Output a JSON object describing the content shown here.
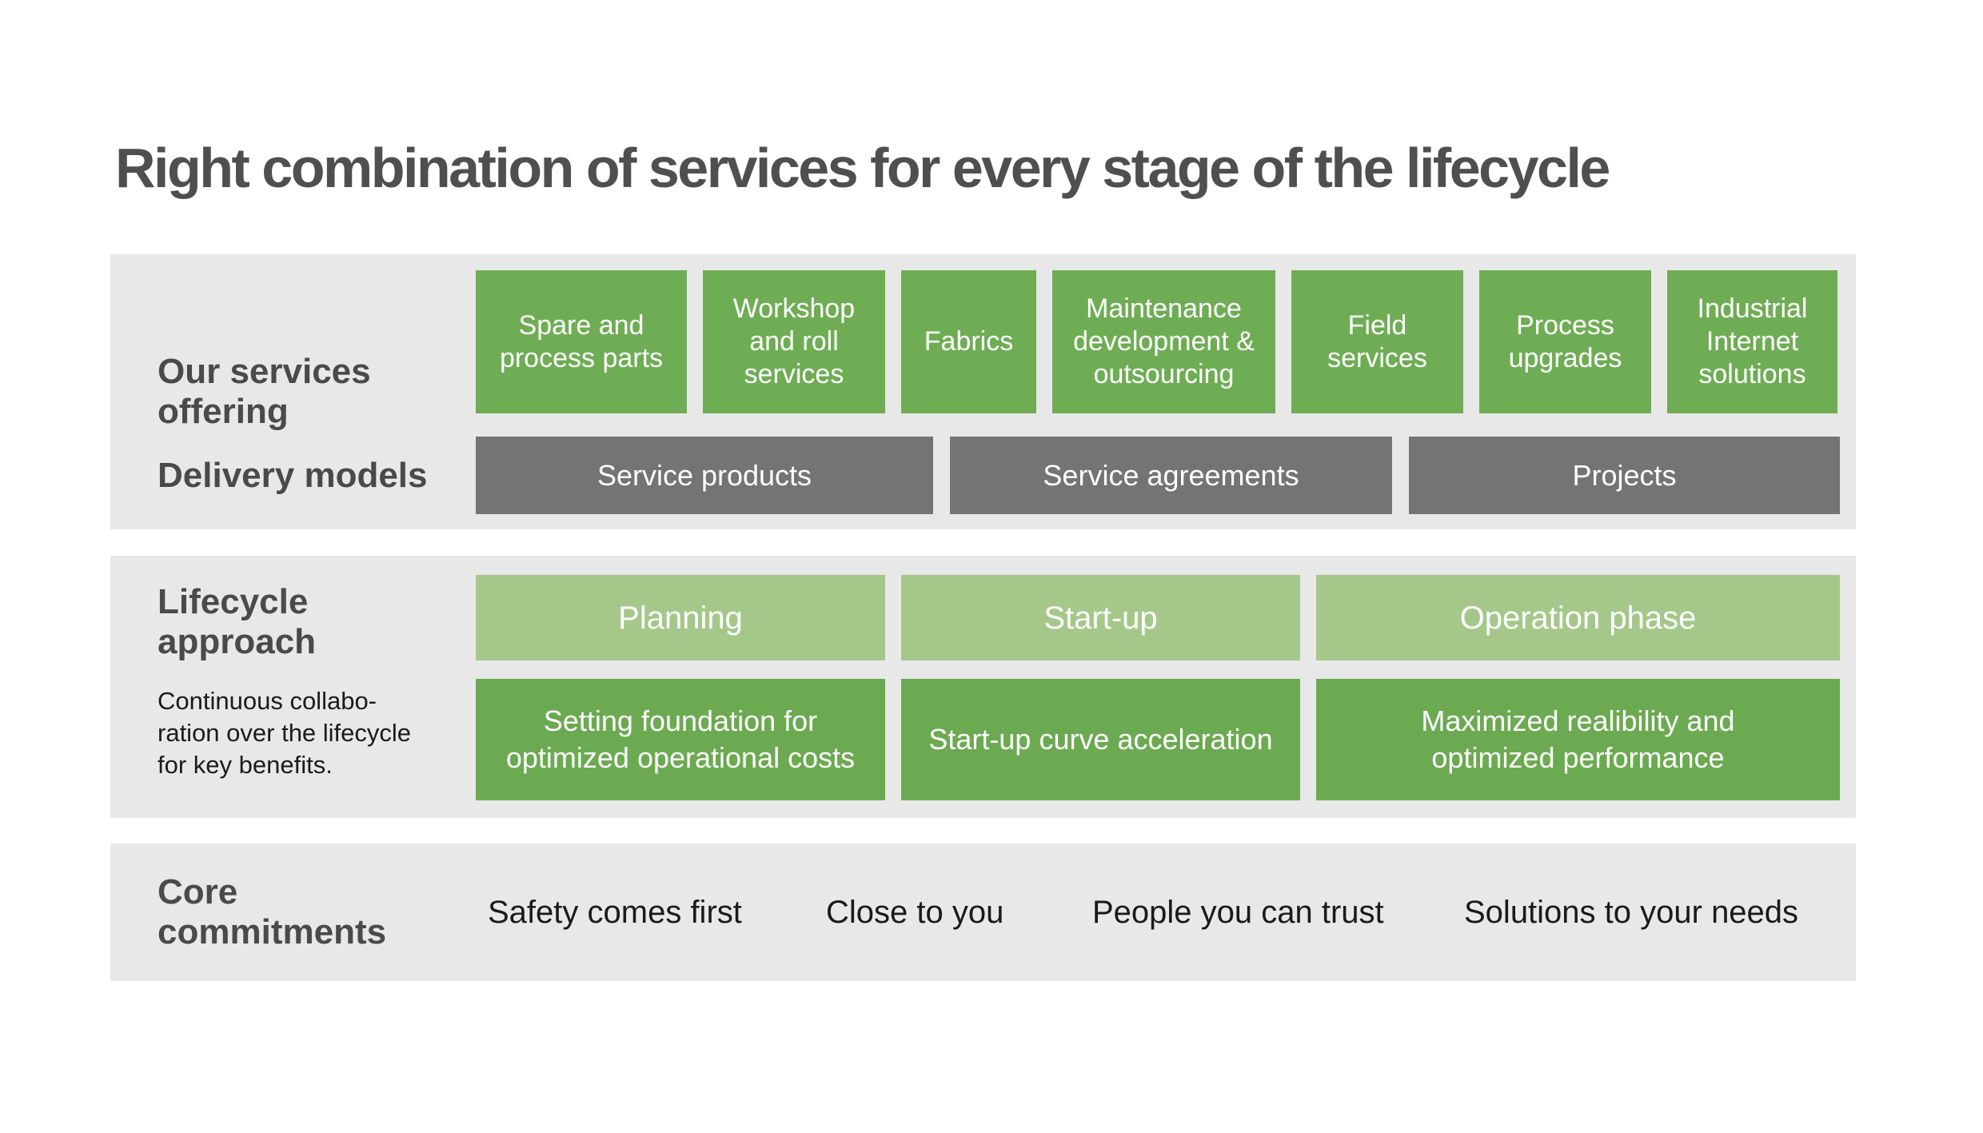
{
  "title": "Right combination of services for every stage of the lifecycle",
  "offering": {
    "label": "Our services\noffering",
    "services": [
      "Spare and\nprocess parts",
      "Workshop\nand roll\nservices",
      "Fabrics",
      "Maintenance\ndevelopment &\noutsourcing",
      "Field\nservices",
      "Process\nupgrades",
      "Industrial\nInternet\nsolutions"
    ],
    "delivery_label": "Delivery models",
    "delivery_models": [
      "Service products",
      "Service agreements",
      "Projects"
    ]
  },
  "lifecycle": {
    "label": "Lifecycle\napproach",
    "description": "Continuous collabo-\nration over the lifecycle\nfor key benefits.",
    "phases": [
      "Planning",
      "Start-up",
      "Operation phase"
    ],
    "benefits": [
      "Setting foundation for\noptimized operational costs",
      "Start-up curve acceleration",
      "Maximized realibility and\noptimized performance"
    ]
  },
  "core": {
    "label": "Core\ncommitments",
    "items": [
      "Safety comes first",
      "Close to you",
      "People you can trust",
      "Solutions to your needs"
    ]
  },
  "colors": {
    "green": "#6fad55",
    "benefit_green": "#6caa52",
    "light_green": "#a5c88a",
    "gray": "#747474",
    "section_background": "#e8e8e8",
    "heading_gray": "#4a4a4a",
    "title_gray": "#4f4f4f",
    "body_text": "#1a1a1a",
    "box_text": "#ffffff"
  }
}
